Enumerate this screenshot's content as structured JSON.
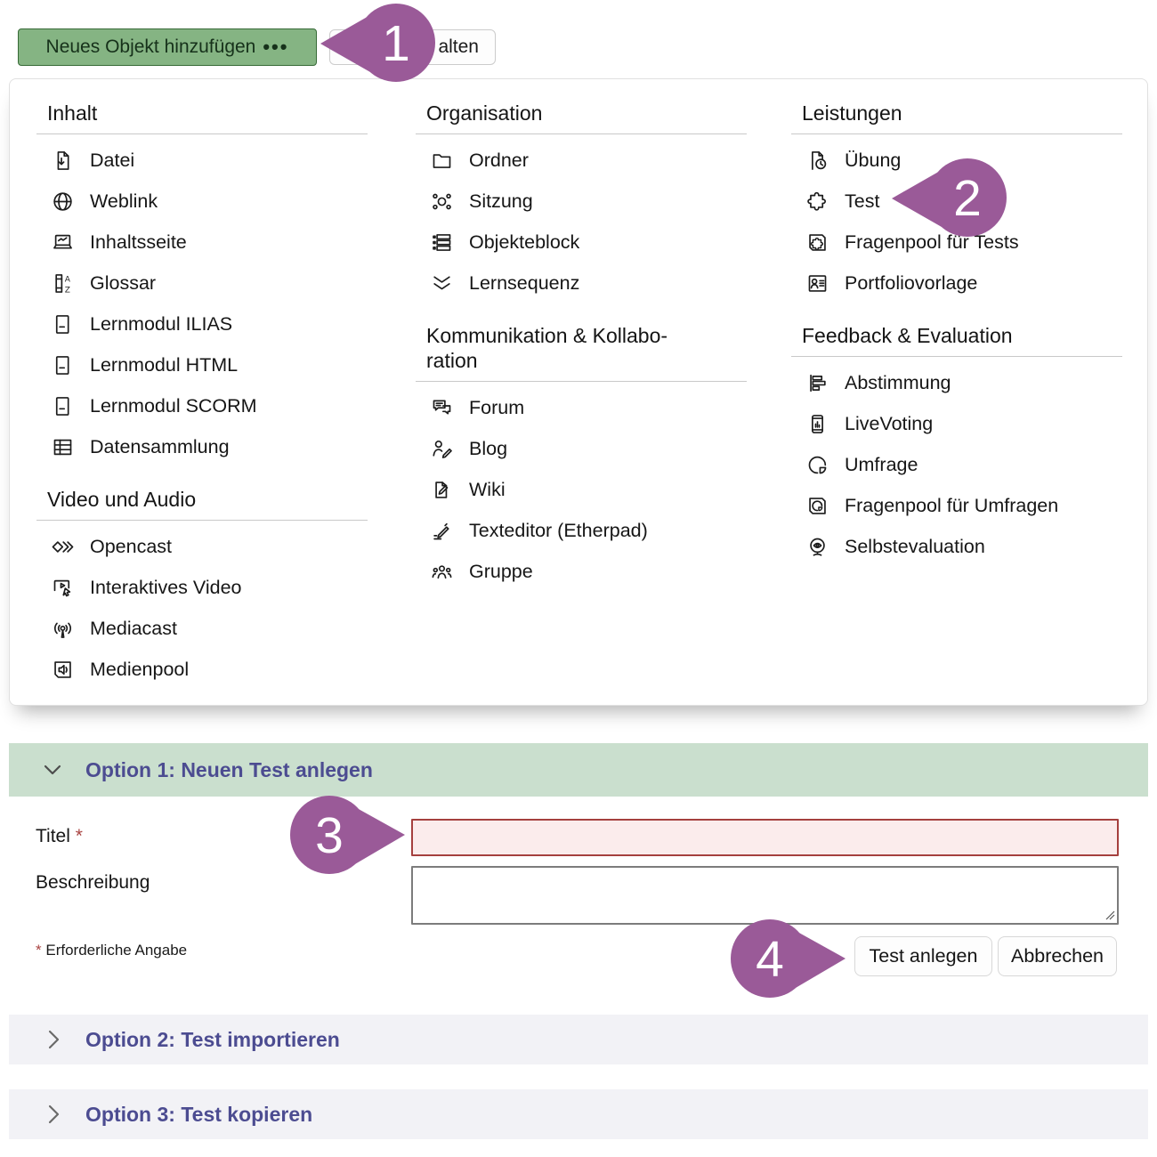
{
  "toolbar": {
    "add_button": {
      "label": "Neues Objekt hinzufügen",
      "menu_indicator": "•••"
    },
    "partial_button": {
      "visible_label": "alten"
    }
  },
  "menu": {
    "columns": [
      {
        "sections": [
          {
            "title": "Inhalt",
            "items": [
              {
                "icon": "file-icon",
                "label": "Datei"
              },
              {
                "icon": "globe-icon",
                "label": "Weblink"
              },
              {
                "icon": "content-page-icon",
                "label": "Inhaltsseite"
              },
              {
                "icon": "glossary-icon",
                "label": "Glossar"
              },
              {
                "icon": "learning-module-icon",
                "label": "Lernmodul ILIAS"
              },
              {
                "icon": "learning-module-icon",
                "label": "Lernmodul HTML"
              },
              {
                "icon": "learning-module-icon",
                "label": "Lernmodul SCORM"
              },
              {
                "icon": "data-table-icon",
                "label": "Datensammlung"
              }
            ]
          },
          {
            "title": "Video und Audio",
            "items": [
              {
                "icon": "opencast-icon",
                "label": "Opencast"
              },
              {
                "icon": "interactive-video-icon",
                "label": "Interaktives Video"
              },
              {
                "icon": "mediacast-icon",
                "label": "Mediacast"
              },
              {
                "icon": "media-pool-icon",
                "label": "Medienpool"
              }
            ]
          }
        ]
      },
      {
        "sections": [
          {
            "title": "Organisation",
            "items": [
              {
                "icon": "folder-icon",
                "label": "Ordner"
              },
              {
                "icon": "session-icon",
                "label": "Sitzung"
              },
              {
                "icon": "item-group-icon",
                "label": "Objekteblock"
              },
              {
                "icon": "learning-sequence-icon",
                "label": "Lernsequenz"
              }
            ]
          },
          {
            "title": "Kommunikation & Kollabo-\nration",
            "items": [
              {
                "icon": "forum-icon",
                "label": "Forum"
              },
              {
                "icon": "blog-icon",
                "label": "Blog"
              },
              {
                "icon": "wiki-icon",
                "label": "Wiki"
              },
              {
                "icon": "etherpad-icon",
                "label": "Texteditor (Etherpad)"
              },
              {
                "icon": "group-icon",
                "label": "Gruppe"
              }
            ]
          }
        ]
      },
      {
        "sections": [
          {
            "title": "Leistungen",
            "items": [
              {
                "icon": "exercise-icon",
                "label": "Übung"
              },
              {
                "icon": "test-icon",
                "label": "Test"
              },
              {
                "icon": "question-pool-test-icon",
                "label": "Fragenpool für Tests"
              },
              {
                "icon": "portfolio-template-icon",
                "label": "Portfoliovorlage"
              }
            ]
          },
          {
            "title": "Feedback & Evaluation",
            "items": [
              {
                "icon": "poll-icon",
                "label": "Abstimmung"
              },
              {
                "icon": "live-voting-icon",
                "label": "LiveVoting"
              },
              {
                "icon": "survey-icon",
                "label": "Umfrage"
              },
              {
                "icon": "question-pool-survey-icon",
                "label": "Fragenpool für Umfragen"
              },
              {
                "icon": "self-evaluation-icon",
                "label": "Selbstevaluation"
              }
            ]
          }
        ]
      }
    ]
  },
  "callouts": [
    {
      "number": "1"
    },
    {
      "number": "2"
    },
    {
      "number": "3"
    },
    {
      "number": "4"
    }
  ],
  "form": {
    "option1_title": "Option 1: Neuen Test anlegen",
    "title_field": {
      "label": "Titel",
      "required_marker": "*",
      "value": ""
    },
    "description_field": {
      "label": "Beschreibung",
      "value": ""
    },
    "required_note": {
      "marker": "*",
      "text": "Erforderliche Angabe"
    },
    "submit_label": "Test anlegen",
    "cancel_label": "Abbrechen",
    "option2_title": "Option 2: Test importieren",
    "option3_title": "Option 3: Test kopieren"
  },
  "colors": {
    "primary_button_green": "#85b483",
    "option1_header_green": "#cadfce",
    "collapsed_header_gray": "#f2f2f6",
    "callout_purple": "#9a5a98",
    "option_title_purple": "#4c4c91",
    "error_border_red": "#a5403e",
    "error_background_pink": "#fbecec"
  }
}
